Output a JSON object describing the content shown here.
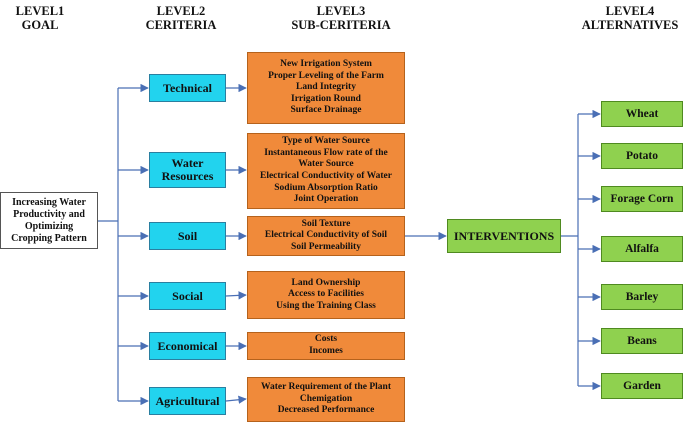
{
  "headers": {
    "level1": "LEVEL1\nGOAL",
    "level2": "LEVEL2\nCERITERIA",
    "level3": "LEVEL3\nSUB-CERITERIA",
    "level4": "LEVEL4\nALTERNATIVES"
  },
  "goal": "Increasing Water\nProductivity and\nOptimizing\nCropping Pattern",
  "criteria": [
    {
      "label": "Technical"
    },
    {
      "label": "Water\nResources"
    },
    {
      "label": "Soil"
    },
    {
      "label": "Social"
    },
    {
      "label": "Economical"
    },
    {
      "label": "Agricultural"
    }
  ],
  "subcriteria": [
    {
      "items": [
        "New Irrigation System",
        "Proper Leveling of the Farm",
        "Land Integrity",
        "Irrigation Round",
        "Surface Drainage"
      ]
    },
    {
      "items": [
        "Type of Water Source",
        "Instantaneous Flow rate of the",
        "Water Source",
        "Electrical Conductivity of Water",
        "Sodium Absorption Ratio",
        "Joint Operation"
      ]
    },
    {
      "items": [
        "Soil Texture",
        "Electrical Conductivity of Soil",
        "Soil Permeability"
      ]
    },
    {
      "items": [
        "Land Ownership",
        "Access to Facilities",
        "Using the Training Class"
      ]
    },
    {
      "items": [
        "Costs",
        "Incomes"
      ]
    },
    {
      "items": [
        "Water Requirement of the Plant",
        "Chemigation",
        "Decreased Performance"
      ]
    }
  ],
  "interventions": "INTERVENTIONS",
  "alternatives": [
    "Wheat",
    "Potato",
    "Forage Corn",
    "Alfalfa",
    "Barley",
    "Beans",
    "Garden"
  ],
  "colors": {
    "criteria": "#22d3ee",
    "subcriteria": "#f08a3a",
    "alternatives": "#8fd14f",
    "connector": "#4a6fb5"
  }
}
